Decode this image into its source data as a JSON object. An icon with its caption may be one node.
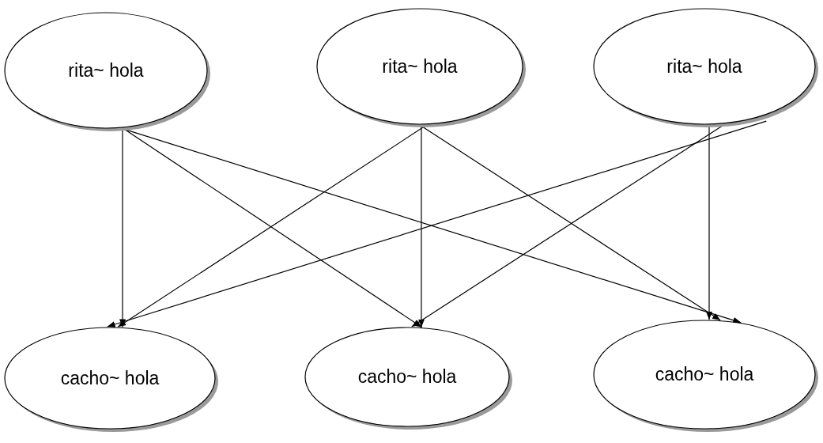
{
  "diagram": {
    "nodes": [
      {
        "text": [
          "rita~ hola"
        ]
      },
      {
        "text": [
          "rita~ hola"
        ]
      },
      {
        "text": [
          "rita~ hola"
        ]
      },
      {
        "text": [
          "cacho~ hola"
        ]
      },
      {
        "text": [
          "cacho~ hola"
        ]
      },
      {
        "text": [
          "cacho~ hola"
        ]
      }
    ],
    "edges": [
      {
        "from": 0,
        "to": 3,
        "arrow": "to"
      },
      {
        "from": 0,
        "to": 4,
        "arrow": "to"
      },
      {
        "from": 0,
        "to": 5,
        "arrow": "to"
      },
      {
        "from": 1,
        "to": 3,
        "arrow": "to"
      },
      {
        "from": 1,
        "to": 4,
        "arrow": "to"
      },
      {
        "from": 1,
        "to": 5,
        "arrow": "to"
      },
      {
        "from": 2,
        "to": 3,
        "arrow": "to"
      },
      {
        "from": 2,
        "to": 4,
        "arrow": "to"
      },
      {
        "from": 2,
        "to": 5,
        "arrow": "to"
      }
    ]
  }
}
